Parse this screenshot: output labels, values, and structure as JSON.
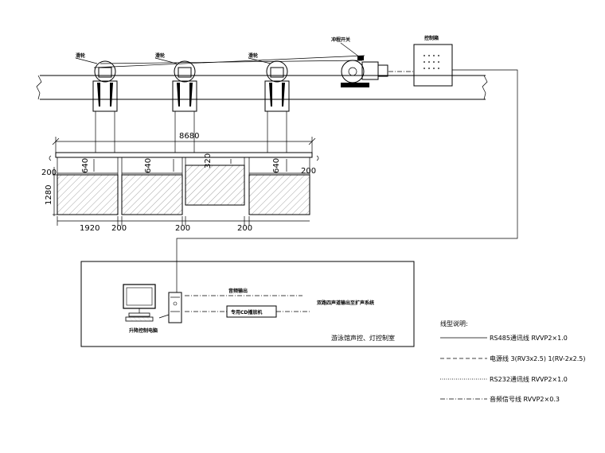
{
  "diagram": {
    "pulley_labels": [
      "滑轮",
      "滑轮",
      "滑轮"
    ],
    "limit_switch_label": "冲程开关",
    "control_box_label": "控制箱",
    "overall_width": "8680",
    "dim_640": "640",
    "dim_320": "320",
    "dim_200": "200",
    "dim_1280": "1280",
    "dim_1920": "1920",
    "audio_output_label": "音频输出",
    "cd_player_label": "专用CD播放机",
    "amplifier_label": "双路四声道输出至扩声系统",
    "computer_label": "升降控制电脑",
    "room_label": "游泳馆声控、灯控制室"
  },
  "legend": {
    "title": "线型说明:",
    "items": [
      "RS485通讯线 RVVP2×1.0",
      "电源线 3(RV3x2.5) 1(RV-2x2.5)",
      "RS232通讯线 RVVP2×1.0",
      "音频信号线 RVVP2×0.3"
    ]
  }
}
